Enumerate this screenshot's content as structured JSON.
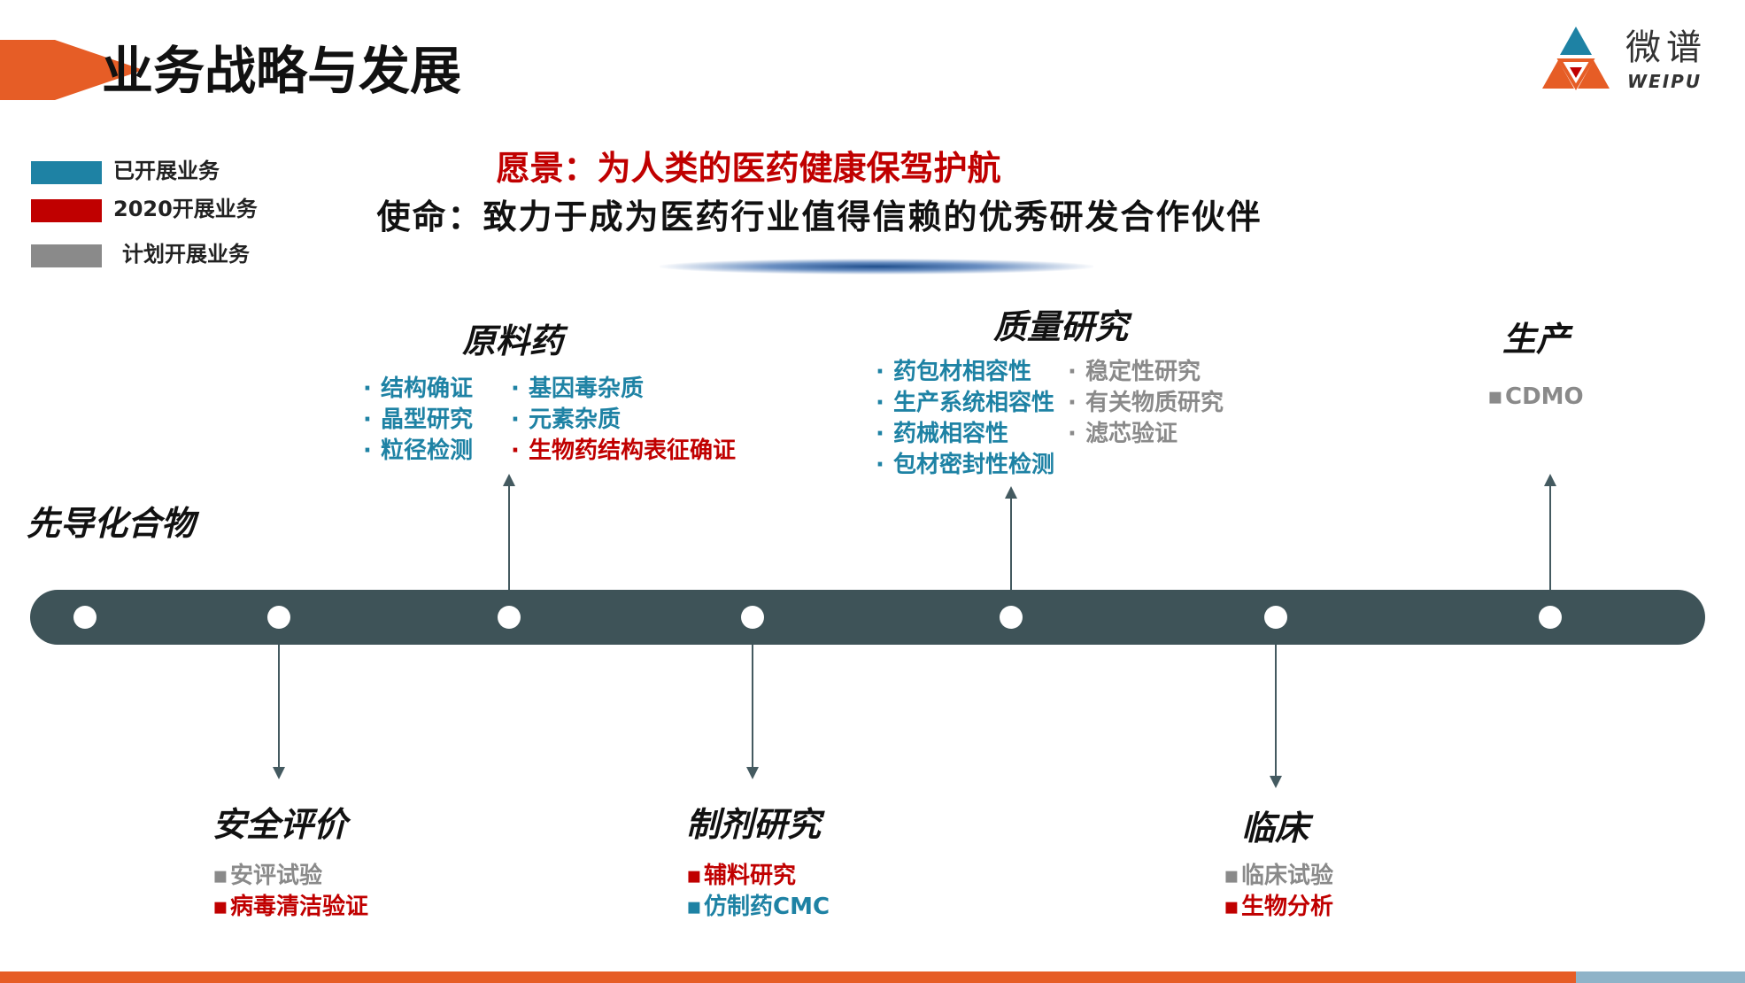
{
  "header": {
    "title": "业务战略与发展",
    "logo_cn": "微谱",
    "logo_en": "WEIPU"
  },
  "legend": [
    {
      "label": "已开展业务",
      "color": "#1e82a4"
    },
    {
      "label": "2020开展业务",
      "color": "#c00000"
    },
    {
      "label": "计划开展业务",
      "color": "#8a8a8a"
    }
  ],
  "vision": "愿景：为人类的医药健康保驾护航",
  "mission": "使命：致力于成为医药行业值得信赖的优秀研发合作伙伴",
  "timeline": {
    "lead": "先导化合物",
    "api": {
      "name": "原料药",
      "col1": [
        {
          "text": "结构确证",
          "status": "blue"
        },
        {
          "text": "晶型研究",
          "status": "blue"
        },
        {
          "text": "粒径检测",
          "status": "blue"
        }
      ],
      "col2": [
        {
          "text": "基因毒杂质",
          "status": "blue"
        },
        {
          "text": "元素杂质",
          "status": "blue"
        },
        {
          "text": "生物药结构表征确证",
          "status": "red"
        }
      ]
    },
    "quality": {
      "name": "质量研究",
      "col1": [
        {
          "text": "药包材相容性",
          "status": "blue"
        },
        {
          "text": "生产系统相容性",
          "status": "blue"
        },
        {
          "text": "药械相容性",
          "status": "blue"
        },
        {
          "text": "包材密封性检测",
          "status": "blue"
        }
      ],
      "col2": [
        {
          "text": "稳定性研究",
          "status": "gray"
        },
        {
          "text": "有关物质研究",
          "status": "gray"
        },
        {
          "text": "滤芯验证",
          "status": "gray"
        }
      ]
    },
    "production": {
      "name": "生产",
      "items": [
        {
          "text": "CDMO",
          "status": "gray"
        }
      ]
    },
    "safety": {
      "name": "安全评价",
      "items": [
        {
          "text": "安评试验",
          "status": "gray"
        },
        {
          "text": "病毒清洁验证",
          "status": "red"
        }
      ]
    },
    "formulation": {
      "name": "制剂研究",
      "items": [
        {
          "text": "辅料研究",
          "status": "red"
        },
        {
          "text": "仿制药CMC",
          "status": "blue"
        }
      ]
    },
    "clinical": {
      "name": "临床",
      "items": [
        {
          "text": "临床试验",
          "status": "gray"
        },
        {
          "text": "生物分析",
          "status": "red"
        }
      ]
    }
  }
}
